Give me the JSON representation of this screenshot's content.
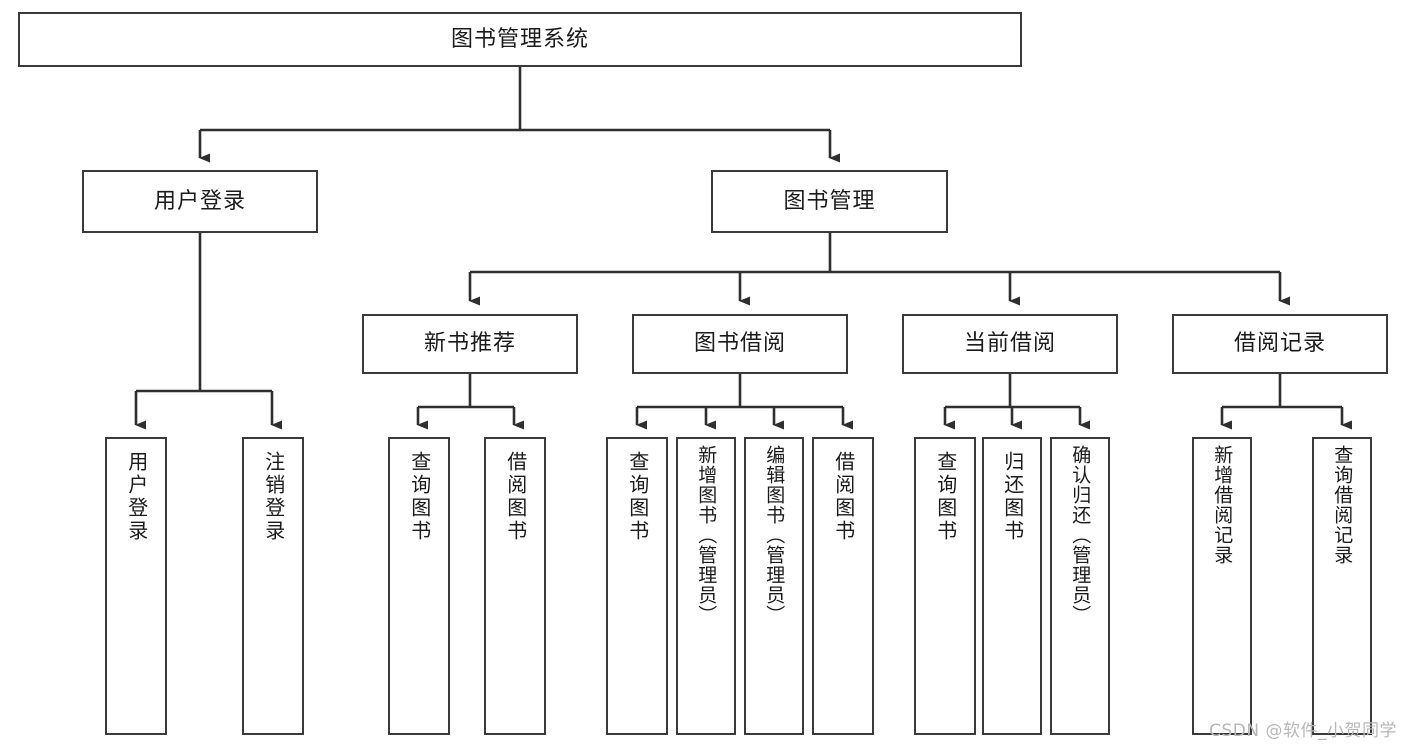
{
  "diagram": {
    "title": "图书管理系统",
    "type": "tree-hierarchy-chart",
    "watermark": "CSDN @软件_小贺同学",
    "colors": {
      "box_border": "#3a3a3a",
      "box_fill": "#ffffff",
      "connector": "#2f2f2f",
      "text": "#1b1b1b",
      "watermark": "#b8b8b8"
    },
    "root": {
      "label": "图书管理系统"
    },
    "level2": [
      {
        "label": "用户登录"
      },
      {
        "label": "图书管理"
      }
    ],
    "level3": [
      {
        "label": "新书推荐"
      },
      {
        "label": "图书借阅"
      },
      {
        "label": "当前借阅"
      },
      {
        "label": "借阅记录"
      }
    ],
    "leaves": {
      "user_login": [
        {
          "label": "用户登录"
        },
        {
          "label": "注销登录"
        }
      ],
      "new_book_recommend": [
        {
          "label": "查询图书"
        },
        {
          "label": "借阅图书"
        }
      ],
      "book_borrow": [
        {
          "label": "查询图书"
        },
        {
          "label": "新增图书（管理员）"
        },
        {
          "label": "编辑图书（管理员）"
        },
        {
          "label": "借阅图书"
        }
      ],
      "current_borrow": [
        {
          "label": "查询图书"
        },
        {
          "label": "归还图书"
        },
        {
          "label": "确认归还（管理员）"
        }
      ],
      "borrow_record": [
        {
          "label": "新增借阅记录"
        },
        {
          "label": "查询借阅记录"
        }
      ]
    }
  }
}
